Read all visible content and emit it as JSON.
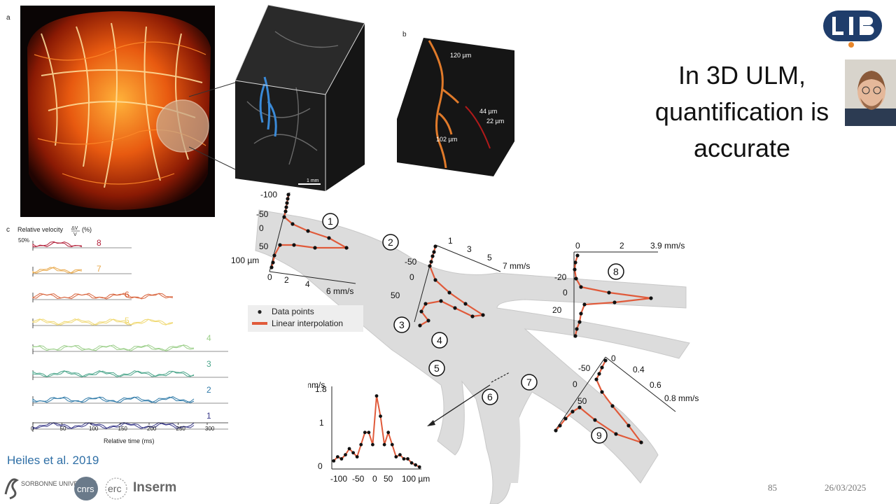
{
  "slide": {
    "title_lines": [
      "In 3D ULM,",
      "quantification is",
      "accurate"
    ],
    "citation": "Heiles et al. 2019",
    "page_number": "85",
    "date": "26/03/2025",
    "logo_text": "LIB",
    "footer_logos": {
      "sorbonne": "SORBONNE UNIVERSITÉ",
      "cnrs": "cnrs",
      "erc": "erc",
      "inserm": "Inserm"
    }
  },
  "figure": {
    "labels": {
      "a": "a",
      "b": "b",
      "c": "c"
    },
    "scale_bar": "1 mm",
    "panel_b_annotations": [
      "120 µm",
      "44 µm",
      "22 µm",
      "102 µm"
    ],
    "panel_c": {
      "ylabel": "Relative velocity",
      "ylabel_unit": "(%)",
      "ytick": "50%",
      "xlabel": "Relative time (ms)",
      "xticks": [
        "0",
        "50",
        "100",
        "150",
        "200",
        "250",
        "300"
      ],
      "trace_labels": [
        "8",
        "7",
        "6",
        "5",
        "4",
        "3",
        "2",
        "1"
      ],
      "trace_colors": [
        "#b3203a",
        "#e8a84a",
        "#d8623a",
        "#f0d870",
        "#9ccf8a",
        "#4aa58a",
        "#2f7aa8",
        "#3a3a8a"
      ]
    },
    "legend": {
      "points": "Data points",
      "line": "Linear interpolation"
    },
    "circle_labels": [
      "1",
      "2",
      "3",
      "4",
      "5",
      "6",
      "7",
      "8",
      "9"
    ],
    "profile1": {
      "ticks_y": [
        "-100",
        "-50",
        "0",
        "50",
        "100 µm"
      ],
      "ticks_x": [
        "0",
        "2",
        "4",
        "6 mm/s"
      ]
    },
    "profile2": {
      "ticks_y": [
        "-50",
        "0",
        "50"
      ],
      "ticks_x": [
        "1",
        "3",
        "5",
        "7 mm/s"
      ]
    },
    "profile8": {
      "ticks_y": [
        "-20",
        "0",
        "20"
      ],
      "ticks_x": [
        "0",
        "2",
        "3.9 mm/s"
      ]
    },
    "profile9": {
      "ticks_y": [
        "-50",
        "0",
        "50"
      ],
      "ticks_x": [
        "0",
        "0.4",
        "0.6",
        "0.8 mm/s"
      ]
    },
    "inset": {
      "unit": "mm/s",
      "yticks": [
        "1.8",
        "1",
        "0"
      ],
      "xticks": [
        "-100",
        "-50",
        "0",
        "50",
        "100 µm"
      ]
    }
  },
  "colors": {
    "accent": "#2f6fa6",
    "profile_line": "#e05a3a",
    "vessel_fill": "#dcdcdc",
    "logo_blue": "#1f3d6b",
    "logo_orange": "#e8862a"
  }
}
